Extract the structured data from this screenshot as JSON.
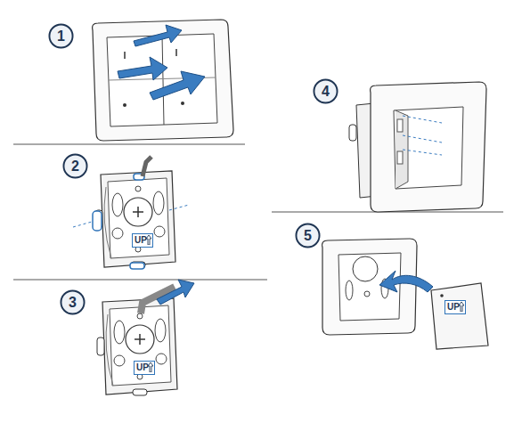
{
  "diagram": {
    "nodes": [
      {
        "text": [
          "1"
        ]
      },
      {
        "text": [
          "2"
        ]
      },
      {
        "text": [
          "UP"
        ]
      },
      {
        "text": [
          "3"
        ]
      },
      {
        "text": [
          "UP"
        ]
      },
      {
        "text": [
          "4"
        ]
      },
      {
        "text": [
          "5"
        ]
      },
      {
        "text": [
          "UP"
        ]
      }
    ]
  }
}
